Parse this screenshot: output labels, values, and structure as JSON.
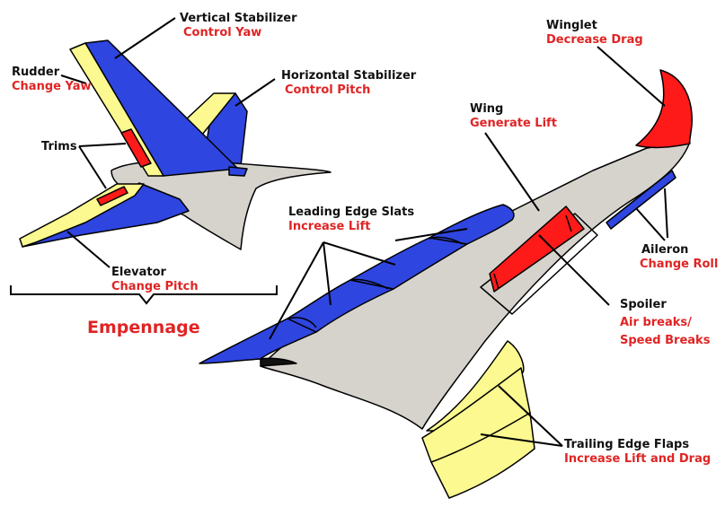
{
  "colors": {
    "outline": "#000000",
    "body": "#d6d3cd",
    "blue": "#2f45e0",
    "yellow": "#fbf98f",
    "red": "#ff1a1a",
    "label_name": "#111111",
    "label_function": "#e02424"
  },
  "labels": {
    "vertical_stabilizer": {
      "name": "Vertical Stabilizer",
      "function": "Control Yaw"
    },
    "rudder": {
      "name": "Rudder",
      "function": "Change Yaw"
    },
    "horizontal_stabilizer": {
      "name": "Horizontal Stabilizer",
      "function": "Control Pitch"
    },
    "trims": {
      "name": "Trims"
    },
    "elevator": {
      "name": "Elevator",
      "function": "Change Pitch"
    },
    "empennage": {
      "name": "Empennage"
    },
    "leading_edge_slats": {
      "name": "Leading Edge Slats",
      "function": "Increase Lift"
    },
    "wing": {
      "name": "Wing",
      "function": "Generate Lift"
    },
    "winglet": {
      "name": "Winglet",
      "function": "Decrease Drag"
    },
    "aileron": {
      "name": "Aileron",
      "function": "Change Roll"
    },
    "spoiler": {
      "name": "Spoiler",
      "function_line1": "Air breaks/",
      "function_line2": "Speed Breaks"
    },
    "trailing_edge_flaps": {
      "name": "Trailing Edge Flaps",
      "function": "Increase Lift and Drag"
    }
  }
}
